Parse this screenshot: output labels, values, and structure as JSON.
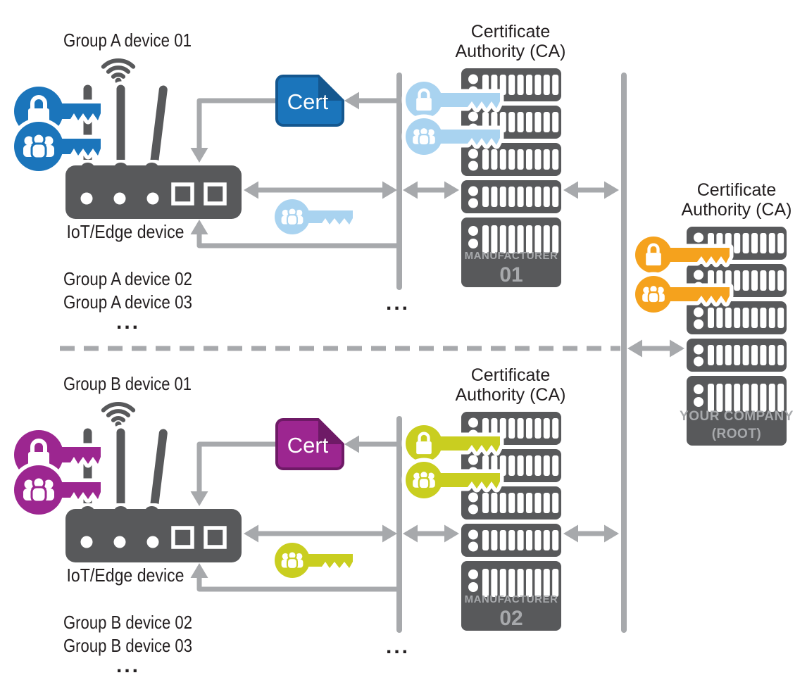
{
  "colors": {
    "dark": "#58595B",
    "arrow": "#A7A9AC",
    "text": "#231F20",
    "label_gray": "#A7A9AC",
    "device_a_blue": "#1B75BB",
    "cert_a_border": "#14578F",
    "ca1_key_blue": "#A9D3F0",
    "device_b_purple": "#9C2690",
    "cert_b_border": "#6E1A66",
    "ca2_key_green": "#C9CE20",
    "root_key_orange": "#F5A21D",
    "white": "#FFFFFF"
  },
  "group_a": {
    "device_label": "Group A device 01",
    "device_type": "IoT/Edge device",
    "more_device_2": "Group A device 02",
    "more_device_3": "Group A device 03",
    "ellipsis": "...",
    "cert_label": "Cert"
  },
  "group_b": {
    "device_label": "Group B device 01",
    "device_type": "IoT/Edge device",
    "more_device_2": "Group B device 02",
    "more_device_3": "Group B device 03",
    "ellipsis": "...",
    "cert_label": "Cert"
  },
  "ca_manufacturer_1": {
    "title_line_1": "Certificate",
    "title_line_2": "Authority (CA)",
    "label_line_1": "MANUFACTURER",
    "label_line_2": "01"
  },
  "ca_manufacturer_2": {
    "title_line_1": "Certificate",
    "title_line_2": "Authority (CA)",
    "label_line_1": "MANUFACTURER",
    "label_line_2": "02"
  },
  "ca_root": {
    "title_line_1": "Certificate",
    "title_line_2": "Authority (CA)",
    "label_line_1": "YOUR COMPANY",
    "label_line_2": "(ROOT)"
  },
  "middle": {
    "ellipsis_top": "...",
    "ellipsis_bottom": "..."
  }
}
